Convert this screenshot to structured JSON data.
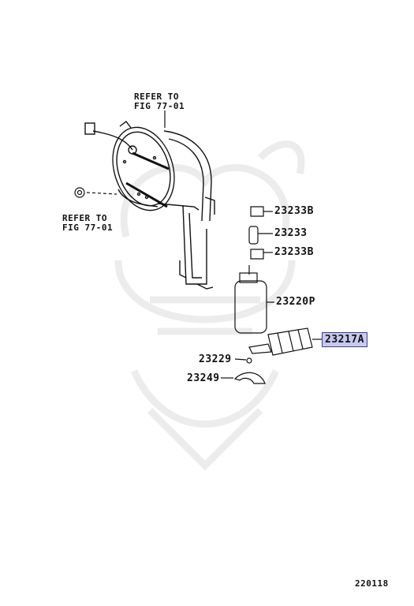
{
  "references": [
    {
      "line1": "REFER TO",
      "line2": "FIG 77-01"
    },
    {
      "line1": "REFER TO",
      "line2": "FIG 77-01"
    }
  ],
  "parts": [
    {
      "id": "p1",
      "label": "23233B"
    },
    {
      "id": "p2",
      "label": "23233"
    },
    {
      "id": "p3",
      "label": "23233B"
    },
    {
      "id": "p4",
      "label": "23220P"
    },
    {
      "id": "p5",
      "label": "23217A",
      "highlighted": true
    },
    {
      "id": "p6",
      "label": "23229"
    },
    {
      "id": "p7",
      "label": "23249"
    }
  ],
  "diagram_code": "220118",
  "colors": {
    "highlight": "#c7c9ef",
    "highlight_border": "#3a3f8f",
    "line": "#111111",
    "watermark": "#ececec"
  }
}
